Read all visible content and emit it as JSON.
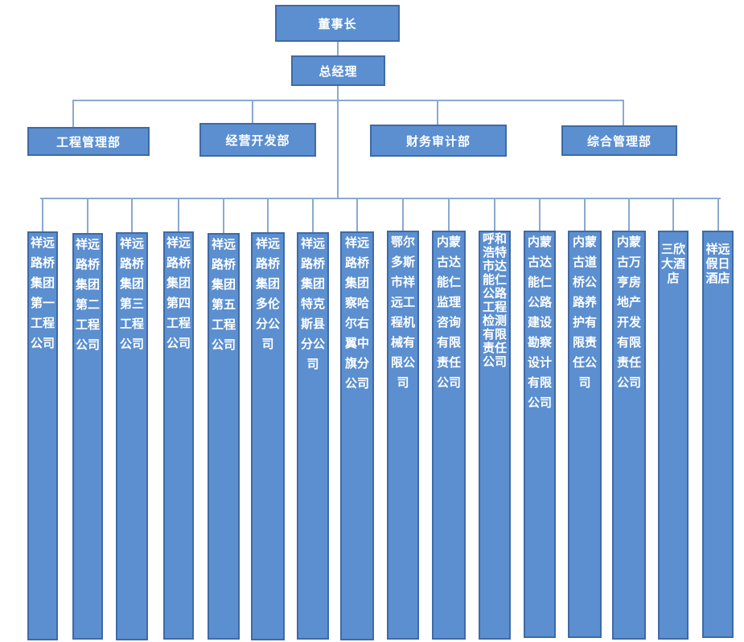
{
  "chart_data": {
    "type": "org-chart",
    "chairman": "董事长",
    "general_manager": "总经理",
    "departments": [
      "工程管理部",
      "经营开发部",
      "财务审计部",
      "综合管理部"
    ],
    "subsidiaries": [
      "祥远路桥集团第一工程公司",
      "祥远路桥集团第二工程公司",
      "祥远路桥集团第三工程公司",
      "祥远路桥集团第四工程公司",
      "祥远路桥集团第五工程公司",
      "祥远路桥集团多伦分公司",
      "祥远路桥集团特克斯县分公司",
      "祥远路桥集团察哈尔右翼中旗分公司",
      "鄂尔多斯市祥远工程机械有限公司",
      "内蒙古达能仁监理咨询有限责任公司",
      "呼和浩特市达能仁公路工程检测有限责任公司",
      "内蒙古达能仁公路建设勘察设计有限公司",
      "内蒙古道桥公路养护有限责任公司",
      "内蒙古万亨房地产开发有限责任公司",
      "三欣大酒店",
      "祥远假日酒店"
    ]
  },
  "colors": {
    "box_fill": "#5b8fd0",
    "box_border": "#3f6aa6",
    "line": "#8aa9cf",
    "text": "#ffffff"
  }
}
